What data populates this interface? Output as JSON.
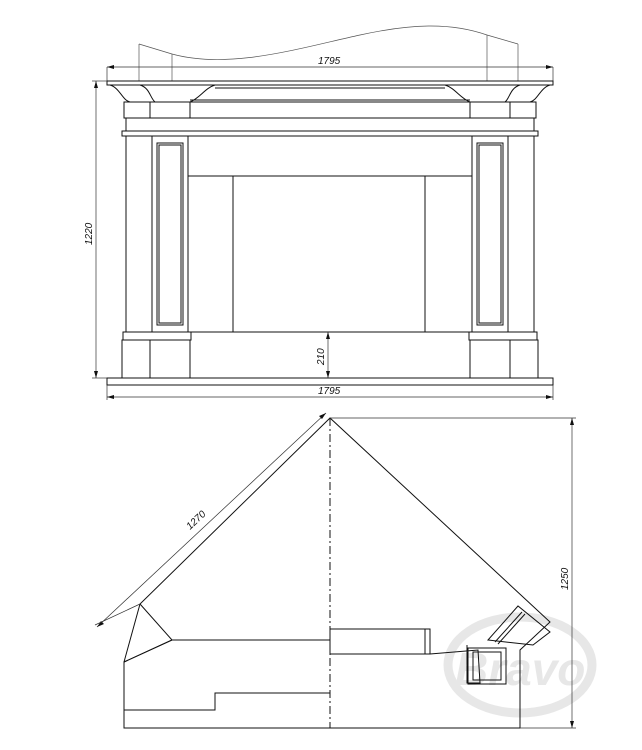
{
  "drawing": {
    "front_view": {
      "width_top": "1795",
      "height": "1220",
      "opening_height": "210",
      "width_bottom": "1795"
    },
    "top_view": {
      "side_length": "1270",
      "depth": "1250"
    },
    "watermark": "Bravo",
    "colors": {
      "line": "#111111",
      "watermark": "#d8d8d8"
    }
  }
}
